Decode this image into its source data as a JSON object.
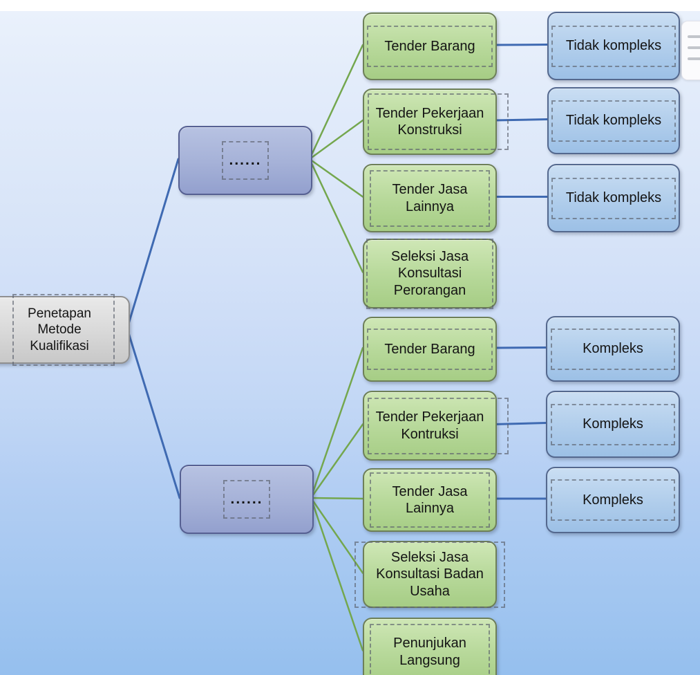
{
  "diagram": {
    "nodes": [
      {
        "id": "root",
        "label": "Penetapan Metode Kualifikasi",
        "kind": "category"
      },
      {
        "id": "g1",
        "label": "......",
        "kind": "group"
      },
      {
        "id": "g2",
        "label": "......",
        "kind": "group"
      },
      {
        "id": "m1",
        "label": "Tender Barang",
        "kind": "method"
      },
      {
        "id": "m2",
        "label": "Tender Pekerjaan Konstruksi",
        "kind": "method"
      },
      {
        "id": "m3",
        "label": "Tender Jasa Lainnya",
        "kind": "method"
      },
      {
        "id": "m4",
        "label": "Seleksi Jasa Konsultasi Perorangan",
        "kind": "method"
      },
      {
        "id": "m5",
        "label": "Tender Barang",
        "kind": "method"
      },
      {
        "id": "m6",
        "label": "Tender Pekerjaan Kontruksi",
        "kind": "method"
      },
      {
        "id": "m7",
        "label": "Tender Jasa Lainnya",
        "kind": "method"
      },
      {
        "id": "m8",
        "label": "Seleksi Jasa Konsultasi Badan Usaha",
        "kind": "method"
      },
      {
        "id": "m9",
        "label": "Penunjukan Langsung",
        "kind": "method"
      },
      {
        "id": "c1",
        "label": "Tidak kompleks",
        "kind": "complexity"
      },
      {
        "id": "c2",
        "label": "Tidak kompleks",
        "kind": "complexity"
      },
      {
        "id": "c3",
        "label": "Tidak kompleks",
        "kind": "complexity"
      },
      {
        "id": "c4",
        "label": "Kompleks",
        "kind": "complexity"
      },
      {
        "id": "c5",
        "label": "Kompleks",
        "kind": "complexity"
      },
      {
        "id": "c6",
        "label": "Kompleks",
        "kind": "complexity"
      }
    ],
    "edges": [
      {
        "from": "root",
        "to": "g1",
        "color": "blue"
      },
      {
        "from": "root",
        "to": "g2",
        "color": "blue"
      },
      {
        "from": "g1",
        "to": "m1",
        "color": "green"
      },
      {
        "from": "g1",
        "to": "m2",
        "color": "green"
      },
      {
        "from": "g1",
        "to": "m3",
        "color": "green"
      },
      {
        "from": "g1",
        "to": "m4",
        "color": "green"
      },
      {
        "from": "g2",
        "to": "m5",
        "color": "green"
      },
      {
        "from": "g2",
        "to": "m6",
        "color": "green"
      },
      {
        "from": "g2",
        "to": "m7",
        "color": "green"
      },
      {
        "from": "g2",
        "to": "m8",
        "color": "green"
      },
      {
        "from": "g2",
        "to": "m9",
        "color": "green"
      },
      {
        "from": "m1",
        "to": "c1",
        "color": "blue"
      },
      {
        "from": "m2",
        "to": "c2",
        "color": "blue"
      },
      {
        "from": "m3",
        "to": "c3",
        "color": "blue"
      },
      {
        "from": "m5",
        "to": "c4",
        "color": "blue"
      },
      {
        "from": "m6",
        "to": "c5",
        "color": "blue"
      },
      {
        "from": "m7",
        "to": "c6",
        "color": "blue"
      }
    ]
  },
  "colors": {
    "edge_blue": "#3f6ab2",
    "edge_green": "#74a74e",
    "category_fill": "#d8d8d8",
    "category_border": "#8f8f8f",
    "group_fill": "#a6b2d8",
    "group_border": "#566092",
    "method_fill": "#b8d99b",
    "method_border": "#6d7f58",
    "complexity_fill": "#b3cfec",
    "complexity_border": "#54688e",
    "background_top": "#ebf2fc",
    "background_bottom": "#95bfee"
  },
  "side_panel": {
    "icon": "menu-lines-icon"
  }
}
